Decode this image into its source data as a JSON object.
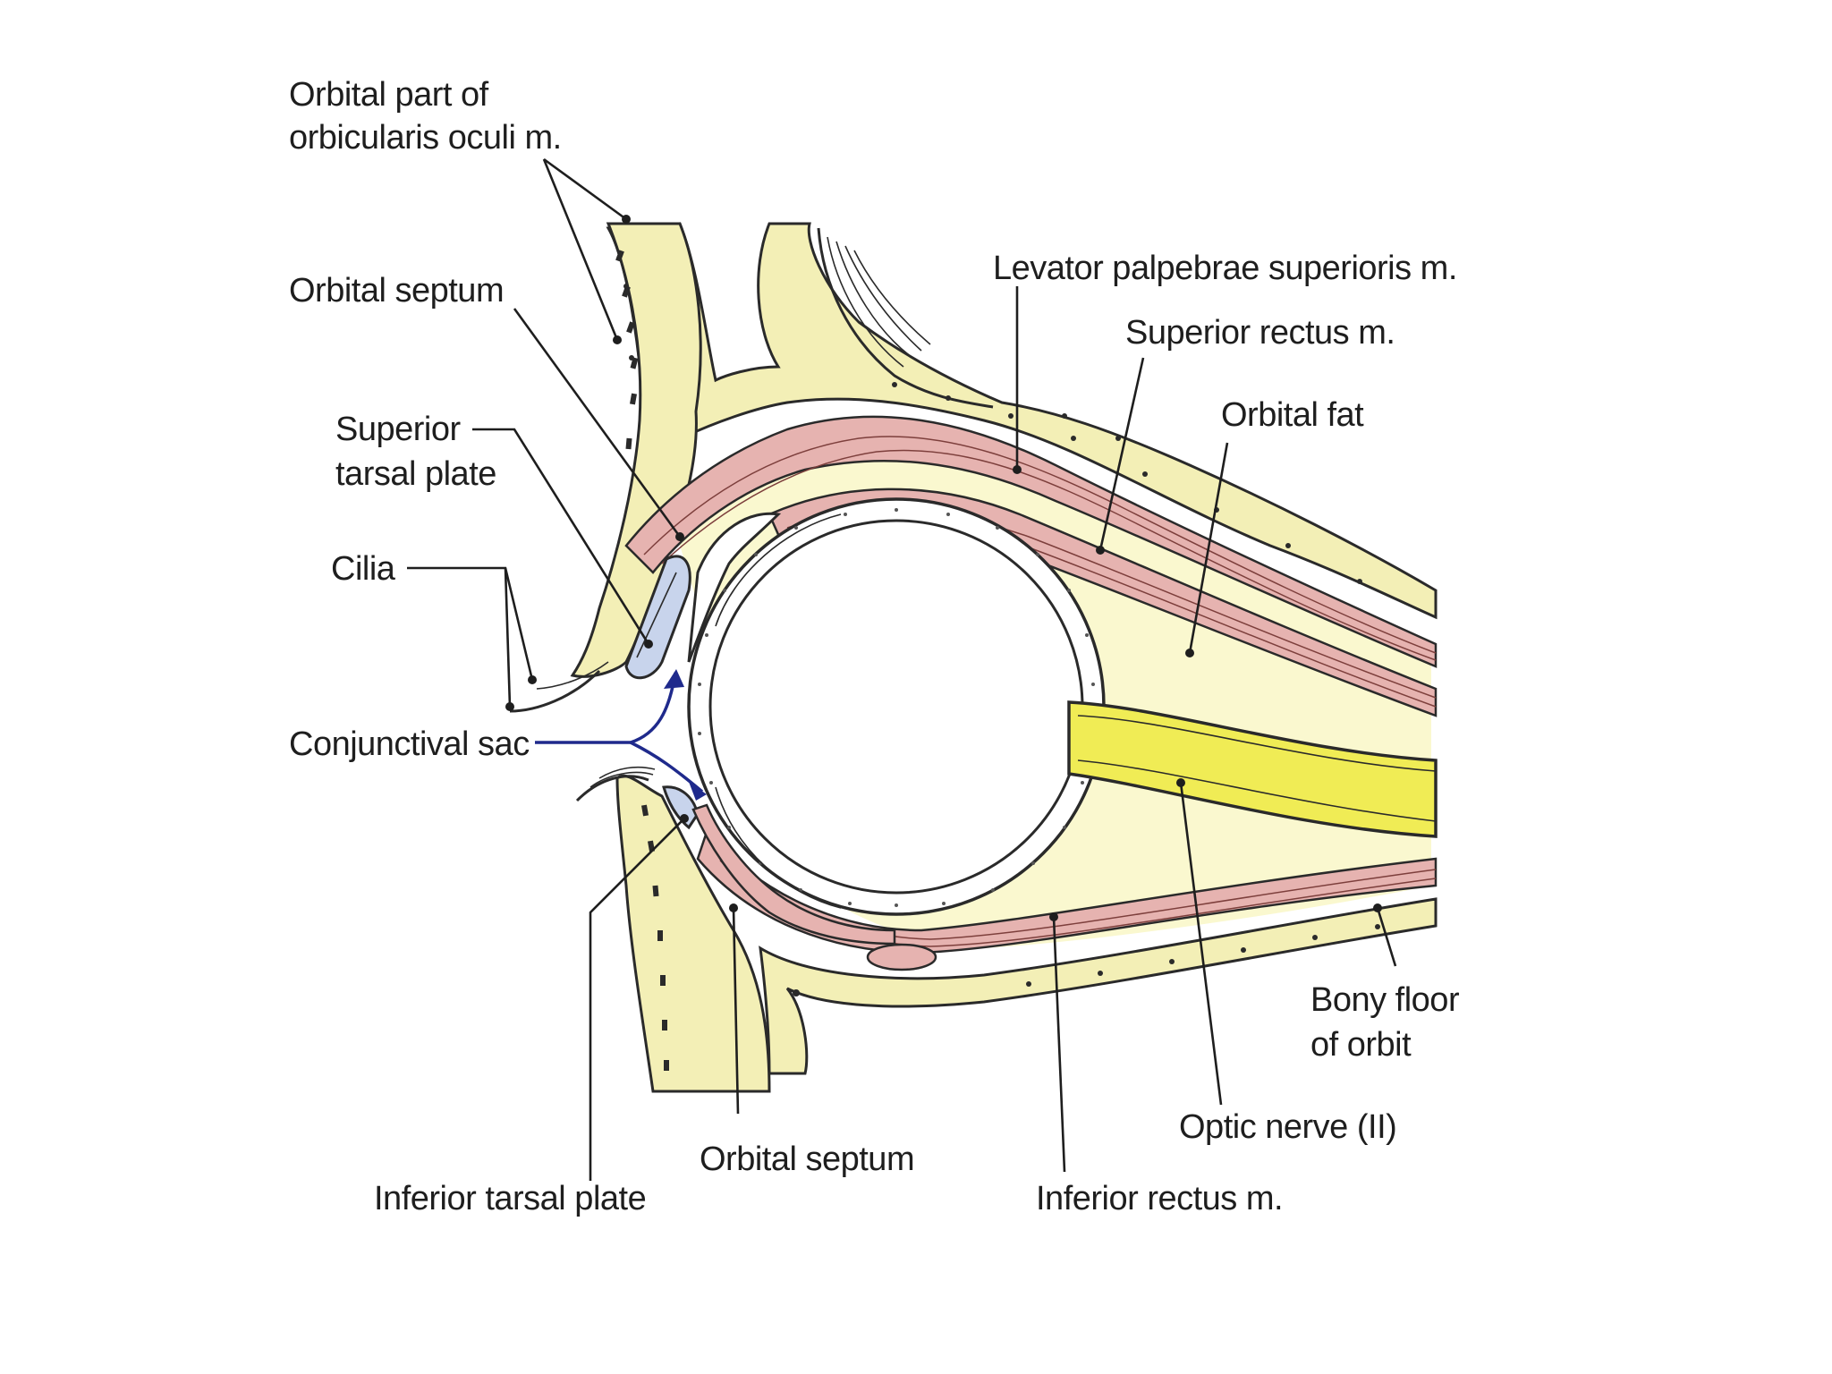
{
  "colors": {
    "background": "#ffffff",
    "bone": "#f3efb6",
    "fat": "#faf8cf",
    "muscle": "#e6b3b0",
    "optic_nerve": "#f0ec55",
    "conjunctival_arrow": "#1f2a8c",
    "ink": "#1e1e1e"
  },
  "labels": {
    "orbicularis_line1": "Orbital part of",
    "orbicularis_line2": "orbicularis oculi m.",
    "orbital_septum_upper": "Orbital septum",
    "superior_tarsal_line1": "Superior",
    "superior_tarsal_line2": "tarsal plate",
    "cilia": "Cilia",
    "conjunctival_sac": "Conjunctival sac",
    "levator": "Levator palpebrae superioris m.",
    "superior_rectus": "Superior rectus m.",
    "orbital_fat": "Orbital fat",
    "bony_floor_line1": "Bony floor",
    "bony_floor_line2": "of orbit",
    "optic_nerve": "Optic nerve (II)",
    "orbital_septum_lower": "Orbital septum",
    "inferior_tarsal": "Inferior tarsal plate",
    "inferior_rectus": "Inferior rectus m."
  }
}
